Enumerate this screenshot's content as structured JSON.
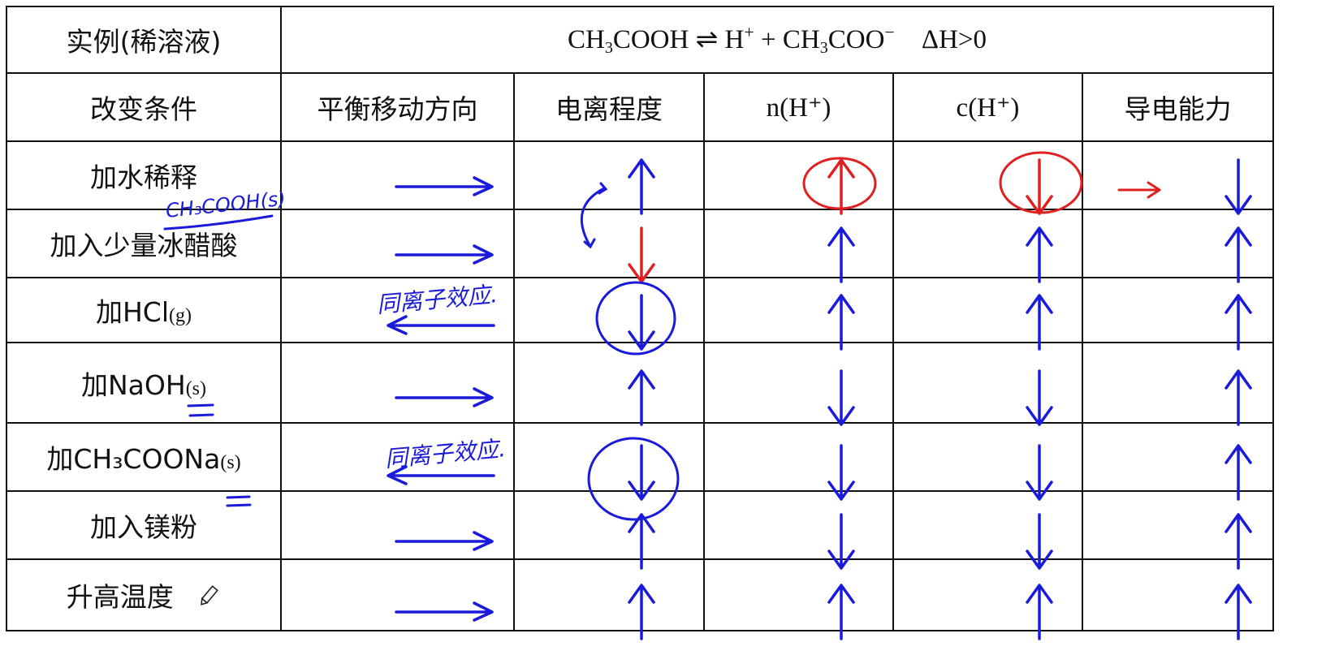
{
  "table": {
    "header_row1": {
      "label": "实例(稀溶液)",
      "equation": {
        "reactant_pre": "CH",
        "reactant_sub": "3",
        "reactant_post": "COOH",
        "arrow": "⇌",
        "product1": "H",
        "product1_sup": "+",
        "plus": "+",
        "product2_pre": "CH",
        "product2_sub": "3",
        "product2_post": "COO",
        "product2_sup": "−",
        "delta": "ΔH>0"
      }
    },
    "header_row2": [
      "改变条件",
      "平衡移动方向",
      "电离程度",
      "n(H⁺)",
      "c(H⁺)",
      "导电能力"
    ],
    "conditions": [
      {
        "text": "加水稀释",
        "suffix": ""
      },
      {
        "text": "加入少量冰醋酸",
        "suffix": ""
      },
      {
        "text": "加HCl",
        "suffix": "(g)"
      },
      {
        "text": "加NaOH",
        "suffix": "(s)"
      },
      {
        "text": "加CH₃COONa",
        "suffix": "(s)"
      },
      {
        "text": "加入镁粉",
        "suffix": ""
      },
      {
        "text": "升高温度",
        "suffix": ""
      }
    ],
    "handwritten_answers": {
      "shift_direction": [
        "→",
        "→",
        "←",
        "→",
        "←",
        "→",
        "→"
      ],
      "ionization_degree": [
        "↑",
        "↓",
        "↓",
        "↑",
        "↓",
        "↑",
        "↑"
      ],
      "n_H": [
        "↑",
        "↑",
        "↑",
        "↓",
        "↓",
        "↓",
        "↑"
      ],
      "c_H": [
        "↓",
        "↑",
        "↑",
        "↓",
        "↓",
        "↓",
        "↑"
      ],
      "conductivity": [
        "↓",
        "↑",
        "↑",
        "↑",
        "↑",
        "↑",
        "↑"
      ]
    }
  },
  "annotations": {
    "handwritten_note_row1": "CH₃COOH(s)",
    "handwritten_note_hcl": "同离子效应.",
    "handwritten_note_ch3coona": "同离子效应.",
    "ink_colors": {
      "blue": "#1a1adb",
      "red": "#e02020"
    }
  },
  "pencil_icon": "pencil-icon"
}
